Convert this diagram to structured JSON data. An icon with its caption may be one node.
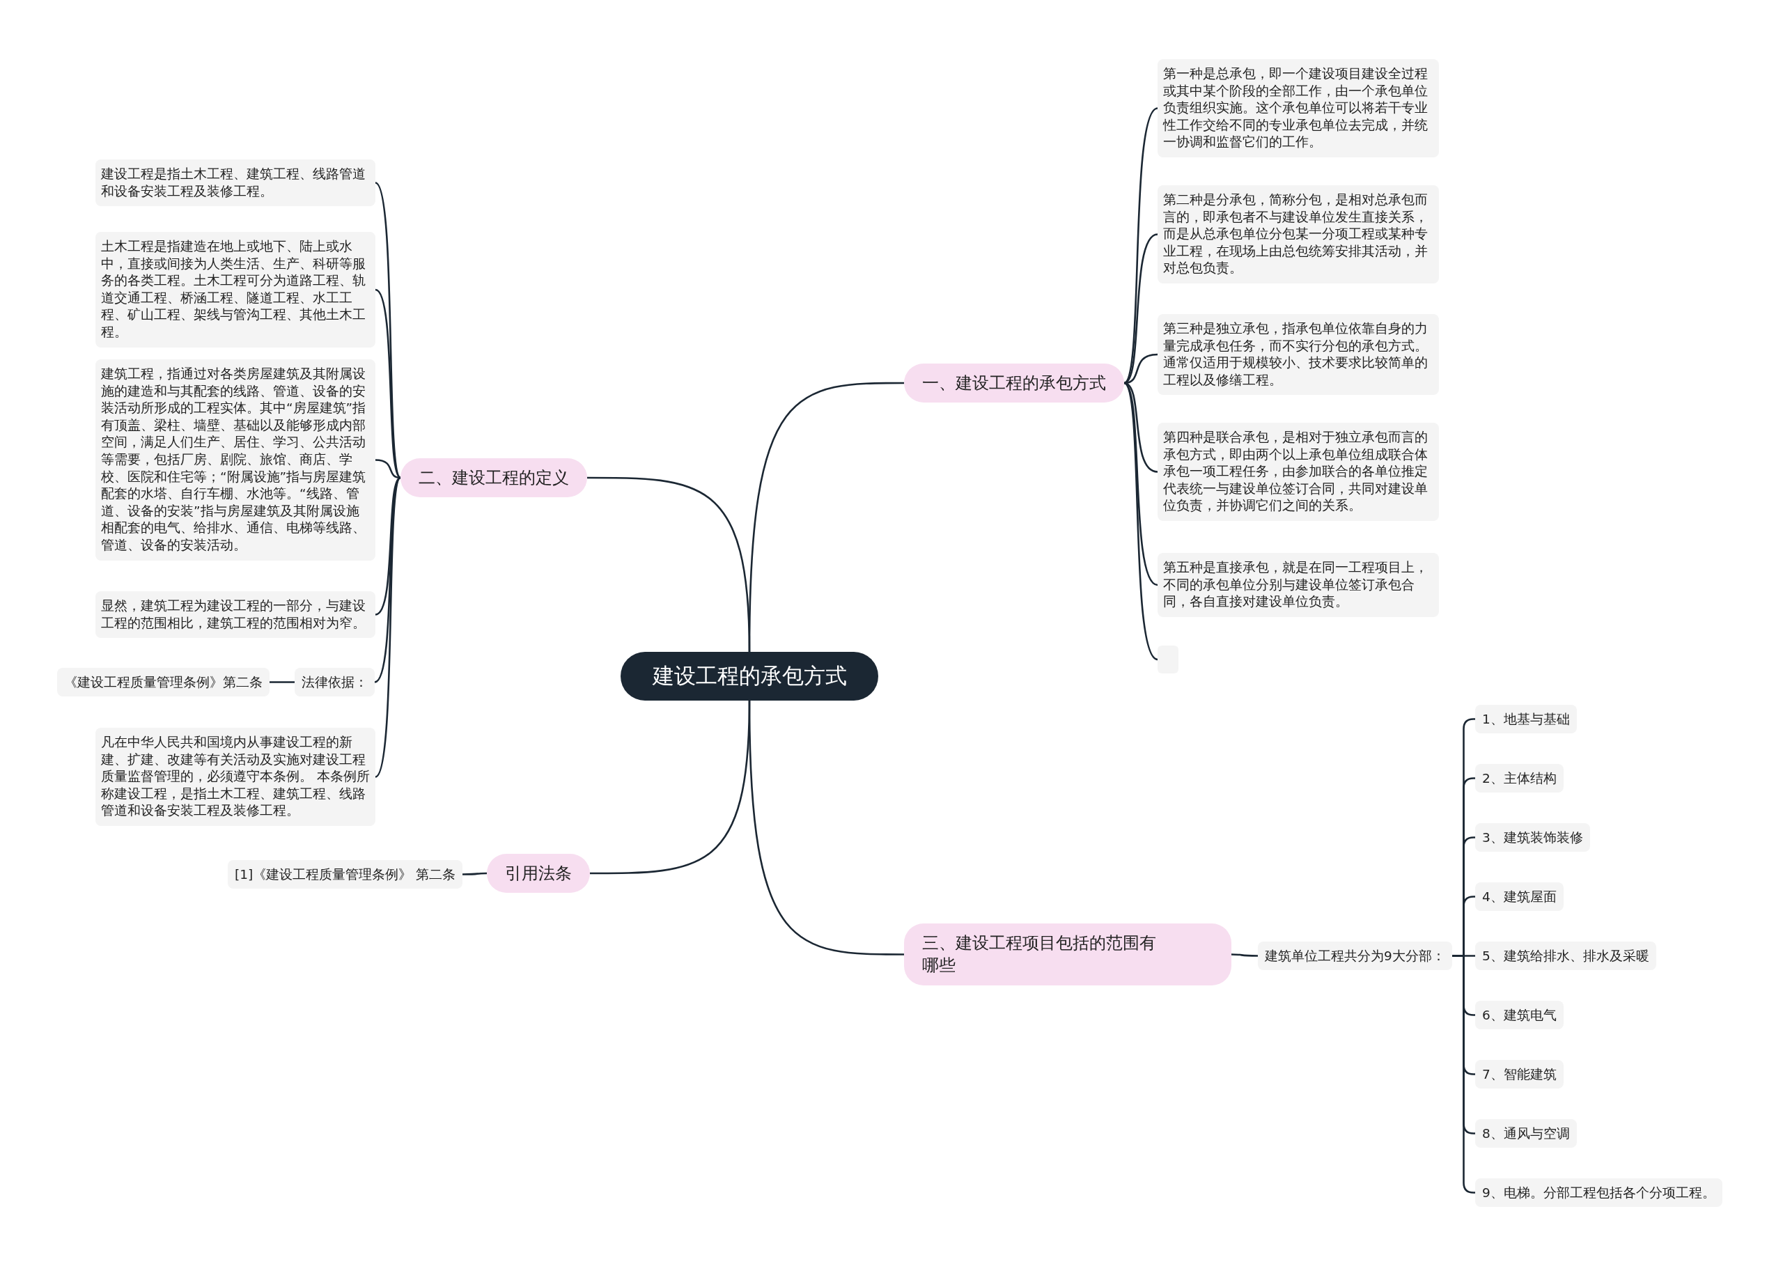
{
  "diagram": {
    "nodes": [
      {
        "text": [
          "建设工程的承包方式"
        ]
      },
      {
        "text": [
          "一、建设工程的承包方式"
        ]
      },
      {
        "text": [
          "第一种是总承包，即一个建设项目建设全过程或其中某个阶段的全部工作，由一个承包单位负责组织实施。这个承包单位可以将若干专业性工作交给不同的专业承包单位去完成，并统一协调和监督它们的工作。"
        ]
      },
      {
        "text": [
          "第二种是分承包，简称分包，是相对总承包而言的，即承包者不与建设单位发生直接关系，而是从总承包单位分包某一分项工程或某种专业工程，在现场上由总包统筹安排其活动，并对总包负责。"
        ]
      },
      {
        "text": [
          "第三种是独立承包，指承包单位依靠自身的力量完成承包任务，而不实行分包的承包方式。通常仅适用于规模较小、技术要求比较简单的工程以及修缮工程。"
        ]
      },
      {
        "text": [
          "第四种是联合承包，是相对于独立承包而言的承包方式，即由两个以上承包单位组成联合体承包一项工程任务，由参加联合的各单位推定代表统一与建设单位签订合同，共同对建设单位负责，并协调它们之间的关系。"
        ]
      },
      {
        "text": [
          "第五种是直接承包，就是在同一工程项目上，不同的承包单位分别与建设单位签订承包合同，各自直接对建设单位负责。"
        ]
      },
      {
        "text": [],
        "shape": "box"
      },
      {
        "text": [
          "二、建设工程的定义"
        ]
      },
      {
        "text": [
          "建设工程是指土木工程、建筑工程、线路管道和设备安装工程及装修工程。"
        ]
      },
      {
        "text": [
          "土木工程是指建造在地上或地下、陆上或水中，直接或间接为人类生活、生产、科研等服务的各类工程。土木工程可分为道路工程、轨道交通工程、桥涵工程、隧道工程、水工工程、矿山工程、架线与管沟工程、其他土木工程。"
        ]
      },
      {
        "text": [
          "建筑工程，指通过对各类房屋建筑及其附属设施的建造和与其配套的线路、管道、设备的安装活动所形成的工程实体。其中“房屋建筑”指有顶盖、梁柱、墙壁、基础以及能够形成内部空间，满足人们生产、居住、学习、公共活动等需要，包括厂房、剧院、旅馆、商店、学校、医院和住宅等；“附属设施”指与房屋建筑配套的水塔、自行车棚、水池等。“线路、管道、设备的安装”指与房屋建筑及其附属设施相配套的电气、给排水、通信、电梯等线路、管道、设备的安装活动。"
        ]
      },
      {
        "text": [
          "显然，建筑工程为建设工程的一部分，与建设工程的范围相比，建筑工程的范围相对为窄。"
        ]
      },
      {
        "text": [
          "法律依据："
        ]
      },
      {
        "text": [
          "《建设工程质量管理条例》第二条"
        ]
      },
      {
        "text": [
          "凡在中华人民共和国境内从事建设工程的新建、扩建、改建等有关活动及实施对建设工程质量监督管理的，必须遵守本条例。 本条例所称建设工程，是指土木工程、建筑工程、线路管道和设备安装工程及装修工程。"
        ]
      },
      {
        "text": [
          "引用法条"
        ]
      },
      {
        "text": [
          "[1]《建设工程质量管理条例》 第二条"
        ]
      },
      {
        "text": [
          "三、建设工程项目包括的范围有哪些"
        ]
      },
      {
        "text": [
          "建筑单位工程共分为9大分部："
        ]
      },
      {
        "text": [
          "1、地基与基础"
        ]
      },
      {
        "text": [
          "2、主体结构"
        ]
      },
      {
        "text": [
          "3、建筑装饰装修"
        ]
      },
      {
        "text": [
          "4、建筑屋面"
        ]
      },
      {
        "text": [
          "5、建筑给排水、排水及采暖"
        ]
      },
      {
        "text": [
          "6、建筑电气"
        ]
      },
      {
        "text": [
          "7、智能建筑"
        ]
      },
      {
        "text": [
          "8、通风与空调"
        ]
      },
      {
        "text": [
          "9、电梯。分部工程包括各个分项工程。"
        ]
      }
    ],
    "edges": [
      {
        "from": 0,
        "to": 1,
        "arrow": "none"
      },
      {
        "from": 1,
        "to": 2,
        "arrow": "none"
      },
      {
        "from": 1,
        "to": 3,
        "arrow": "none"
      },
      {
        "from": 1,
        "to": 4,
        "arrow": "none"
      },
      {
        "from": 1,
        "to": 5,
        "arrow": "none"
      },
      {
        "from": 1,
        "to": 6,
        "arrow": "none"
      },
      {
        "from": 1,
        "to": 7,
        "arrow": "none"
      },
      {
        "from": 0,
        "to": 8,
        "arrow": "none"
      },
      {
        "from": 8,
        "to": 9,
        "arrow": "none"
      },
      {
        "from": 8,
        "to": 10,
        "arrow": "none"
      },
      {
        "from": 8,
        "to": 11,
        "arrow": "none"
      },
      {
        "from": 8,
        "to": 12,
        "arrow": "none"
      },
      {
        "from": 8,
        "to": 13,
        "arrow": "none"
      },
      {
        "from": 13,
        "to": 14,
        "arrow": "none"
      },
      {
        "from": 8,
        "to": 15,
        "arrow": "none"
      },
      {
        "from": 0,
        "to": 16,
        "arrow": "none"
      },
      {
        "from": 16,
        "to": 17,
        "arrow": "none"
      },
      {
        "from": 0,
        "to": 18,
        "arrow": "none"
      },
      {
        "from": 18,
        "to": 19,
        "arrow": "none"
      },
      {
        "from": 19,
        "to": 20,
        "arrow": "none"
      },
      {
        "from": 19,
        "to": 21,
        "arrow": "none"
      },
      {
        "from": 19,
        "to": 22,
        "arrow": "none"
      },
      {
        "from": 19,
        "to": 23,
        "arrow": "none"
      },
      {
        "from": 19,
        "to": 24,
        "arrow": "none"
      },
      {
        "from": 19,
        "to": 25,
        "arrow": "none"
      },
      {
        "from": 19,
        "to": 26,
        "arrow": "none"
      },
      {
        "from": 19,
        "to": 27,
        "arrow": "none"
      },
      {
        "from": 19,
        "to": 28,
        "arrow": "none"
      }
    ]
  }
}
